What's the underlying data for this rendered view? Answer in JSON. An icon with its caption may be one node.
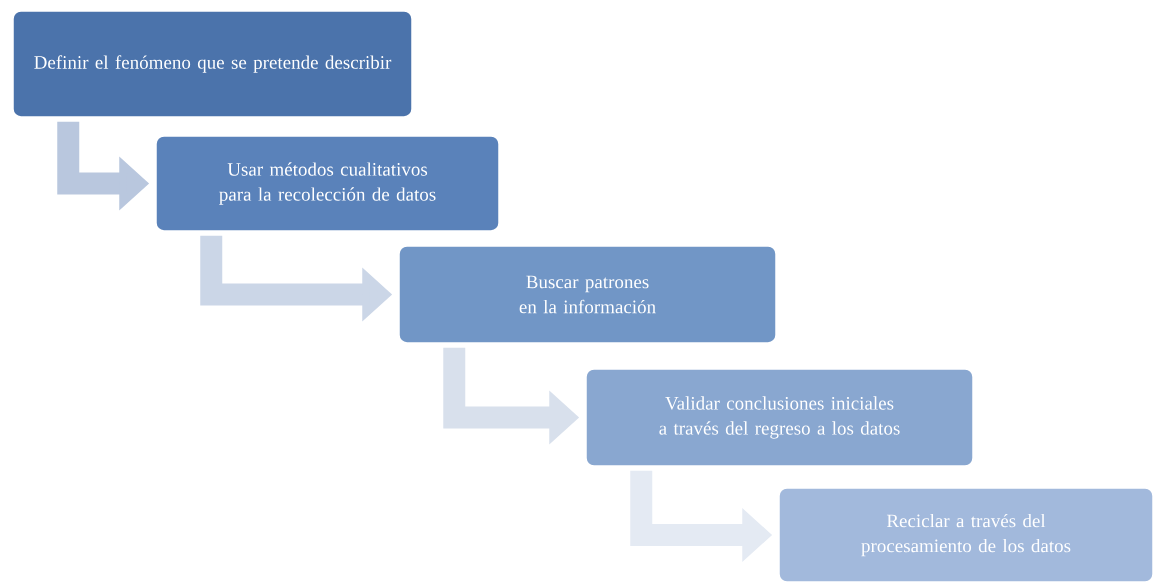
{
  "diagram": {
    "nodes": [
      {
        "text": [
          "Definir el fenómeno que se pretende describir"
        ]
      },
      {
        "text": [
          "Usar métodos cualitativos para la recolección de datos"
        ]
      },
      {
        "text": [
          "Buscar patrones en la información"
        ]
      },
      {
        "text": [
          "Validar conclusiones iniciales a través del regreso a los datos"
        ]
      },
      {
        "text": [
          "Reciclar a través del procesamiento de los datos"
        ]
      }
    ],
    "edges": [
      {
        "from": 0,
        "to": 1,
        "arrow": "to"
      },
      {
        "from": 1,
        "to": 2,
        "arrow": "to"
      },
      {
        "from": 2,
        "to": 3,
        "arrow": "to"
      },
      {
        "from": 3,
        "to": 4,
        "arrow": "to"
      }
    ]
  }
}
